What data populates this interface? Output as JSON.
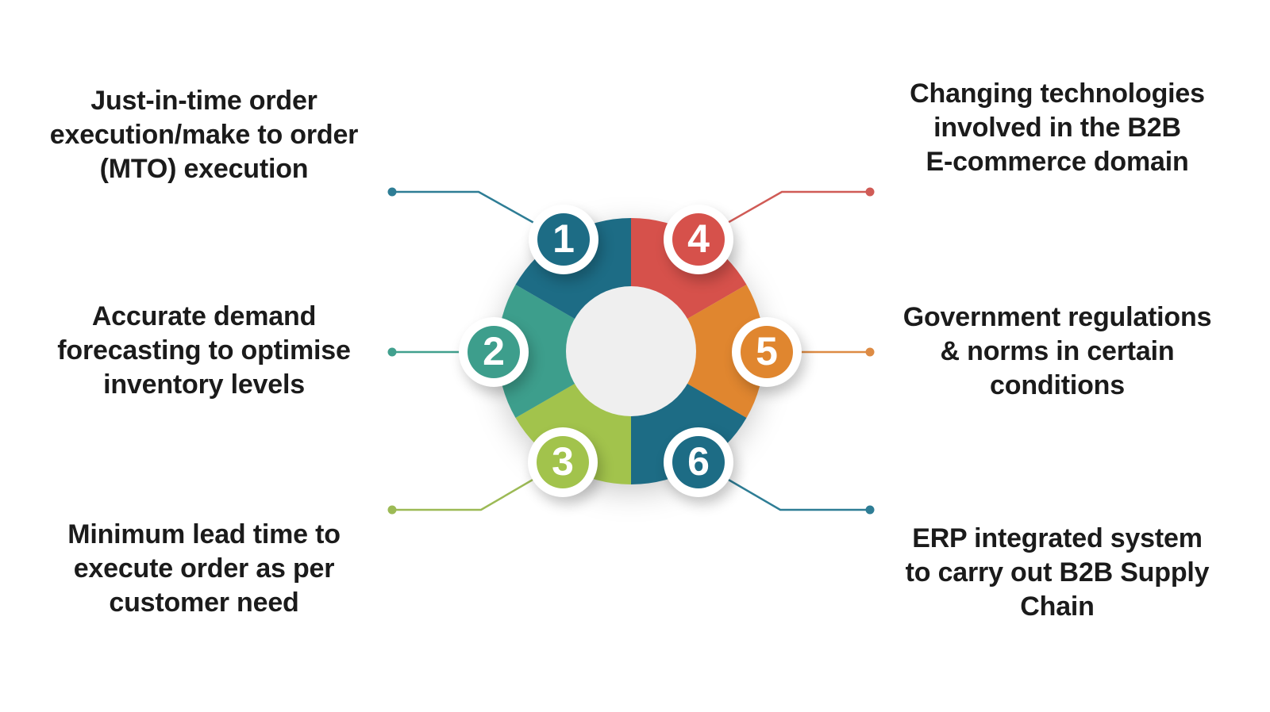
{
  "background": "#ffffff",
  "text_color": "#1b1b1b",
  "wheel": {
    "hole_color": "#efefef",
    "segment_count": 6
  },
  "steps": [
    {
      "number": "1",
      "color": "#1d6c85",
      "connector_color": "#2e7d95",
      "side": "left",
      "label": "Just-in-time order execution/make to order (MTO) execution",
      "lines": [
        "Just-in-time order",
        "execution/make to order",
        "(MTO) execution"
      ]
    },
    {
      "number": "2",
      "color": "#3d9e8c",
      "connector_color": "#41a08e",
      "side": "left",
      "label": "Accurate demand forecasting to optimise inventory levels",
      "lines": [
        "Accurate demand",
        "forecasting to optimise",
        "inventory levels"
      ]
    },
    {
      "number": "3",
      "color": "#a2c34c",
      "connector_color": "#9cba55",
      "side": "left",
      "label": "Minimum lead time to execute order as per customer need",
      "lines": [
        "Minimum lead time to",
        "execute order as per",
        "customer need"
      ]
    },
    {
      "number": "4",
      "color": "#d6514b",
      "connector_color": "#d05b56",
      "side": "right",
      "label": "Changing technologies involved in the B2B E-commerce domain",
      "lines": [
        "Changing technologies",
        "involved in the B2B",
        "E-commerce domain"
      ]
    },
    {
      "number": "5",
      "color": "#e0862f",
      "connector_color": "#dd8b44",
      "side": "right",
      "label": "Government regulations & norms in certain conditions",
      "lines": [
        "Government regulations",
        "& norms in certain",
        "conditions"
      ]
    },
    {
      "number": "6",
      "color": "#1d6c85",
      "connector_color": "#2e7d95",
      "side": "right",
      "label": "ERP integrated system to carry out B2B Supply Chain",
      "lines": [
        "ERP integrated system",
        "to carry out B2B Supply",
        "Chain"
      ]
    }
  ]
}
